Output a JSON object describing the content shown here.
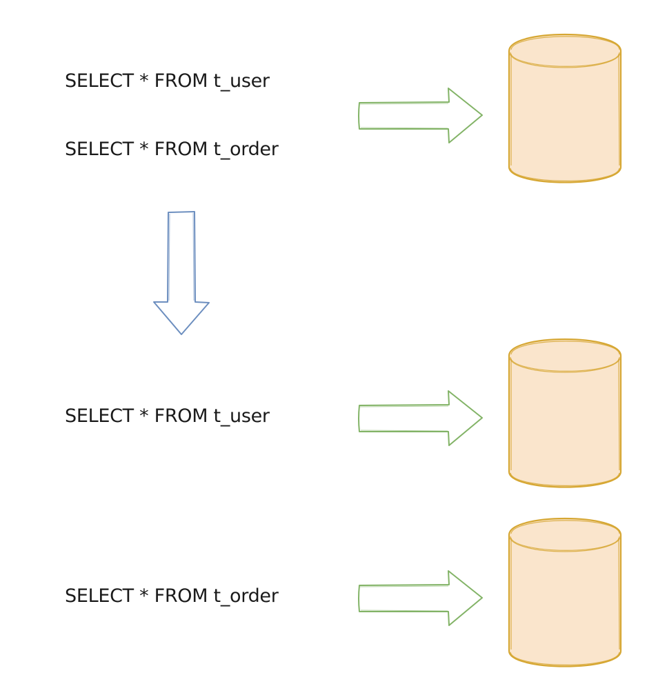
{
  "diagram": {
    "before": {
      "queries": [
        "SELECT * FROM t_user",
        "SELECT * FROM t_order"
      ]
    },
    "after": {
      "query_user": "SELECT * FROM t_user",
      "query_order": "SELECT * FROM t_order"
    }
  },
  "colors": {
    "arrow_forward": "#82b366",
    "arrow_down": "#6c8ebf",
    "database_fill": "#fae5cc",
    "database_stroke": "#d6a733",
    "text": "#1a1a1a"
  },
  "icons": {
    "route_arrow": "right-arrow-icon",
    "transform_arrow": "down-arrow-icon",
    "database": "database-cylinder-icon"
  }
}
